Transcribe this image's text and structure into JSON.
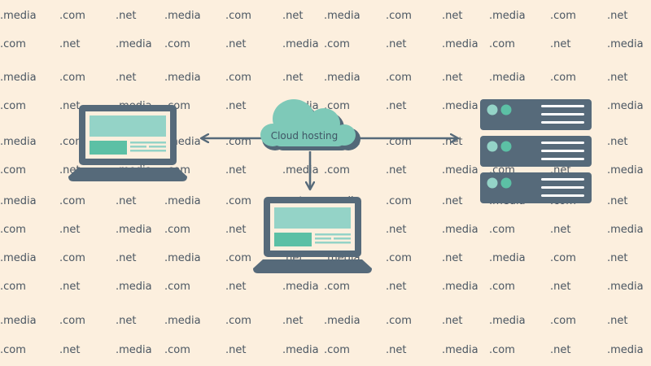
{
  "background": {
    "color": "#fcefde",
    "text_color": "#4a5662",
    "rows": [
      [
        ".media",
        ".com",
        ".net",
        ".media",
        ".com",
        ".net",
        ".media",
        ".com",
        ".net",
        ".media",
        ".com",
        ".net"
      ],
      [
        ".com",
        ".net",
        ".media",
        ".com",
        ".net",
        ".media",
        ".com",
        ".net",
        ".media",
        ".com",
        ".net",
        ".media"
      ],
      [
        ".media",
        ".com",
        ".net",
        ".media",
        ".com",
        ".net",
        ".media",
        ".com",
        ".net",
        ".media",
        ".com",
        ".net"
      ],
      [
        ".com",
        ".net",
        ".media",
        ".com",
        ".net",
        ".media",
        ".com",
        ".net",
        ".media",
        ".com",
        ".net",
        ".media"
      ],
      [
        ".media",
        ".com",
        ".net",
        ".media",
        ".com",
        ".net",
        ".media",
        ".com",
        ".net",
        ".media",
        ".com",
        ".net"
      ],
      [
        ".com",
        ".net",
        ".media",
        ".com",
        ".net",
        ".media",
        ".com",
        ".net",
        ".media",
        ".com",
        ".net",
        ".media"
      ],
      [
        ".media",
        ".com",
        ".net",
        ".media",
        ".com",
        ".net",
        ".media",
        ".com",
        ".net",
        ".media",
        ".com",
        ".net"
      ],
      [
        ".com",
        ".net",
        ".media",
        ".com",
        ".net",
        ".media",
        ".com",
        ".net",
        ".media",
        ".com",
        ".net",
        ".media"
      ],
      [
        ".media",
        ".com",
        ".net",
        ".media",
        ".com",
        ".net",
        ".media",
        ".com",
        ".net",
        ".media",
        ".com",
        ".net"
      ],
      [
        ".com",
        ".net",
        ".media",
        ".com",
        ".net",
        ".media",
        ".com",
        ".net",
        ".media",
        ".com",
        ".net",
        ".media"
      ],
      [
        ".media",
        ".com",
        ".net",
        ".media",
        ".com",
        ".net",
        ".media",
        ".com",
        ".net",
        ".media",
        ".com",
        ".net"
      ],
      [
        ".com",
        ".net",
        ".media",
        ".com",
        ".net",
        ".media",
        ".com",
        ".net",
        ".media",
        ".com",
        ".net",
        ".media"
      ]
    ]
  },
  "cloud": {
    "label": "Cloud hosting",
    "color": "#7ec9b8",
    "shadow_color": "#536878"
  },
  "colors": {
    "device_dark": "#566a7a",
    "screen_light": "#94d3c7",
    "screen_accent": "#5cc0a5",
    "arrow": "#566a7a",
    "server_light": "#94d3c7",
    "server_accent": "#5cc0a5",
    "server_lines": "#ffffff"
  },
  "icons": {
    "left_laptop": "laptop-icon",
    "bottom_laptop": "laptop-icon",
    "server": "server-rack-icon",
    "cloud": "cloud-icon"
  }
}
